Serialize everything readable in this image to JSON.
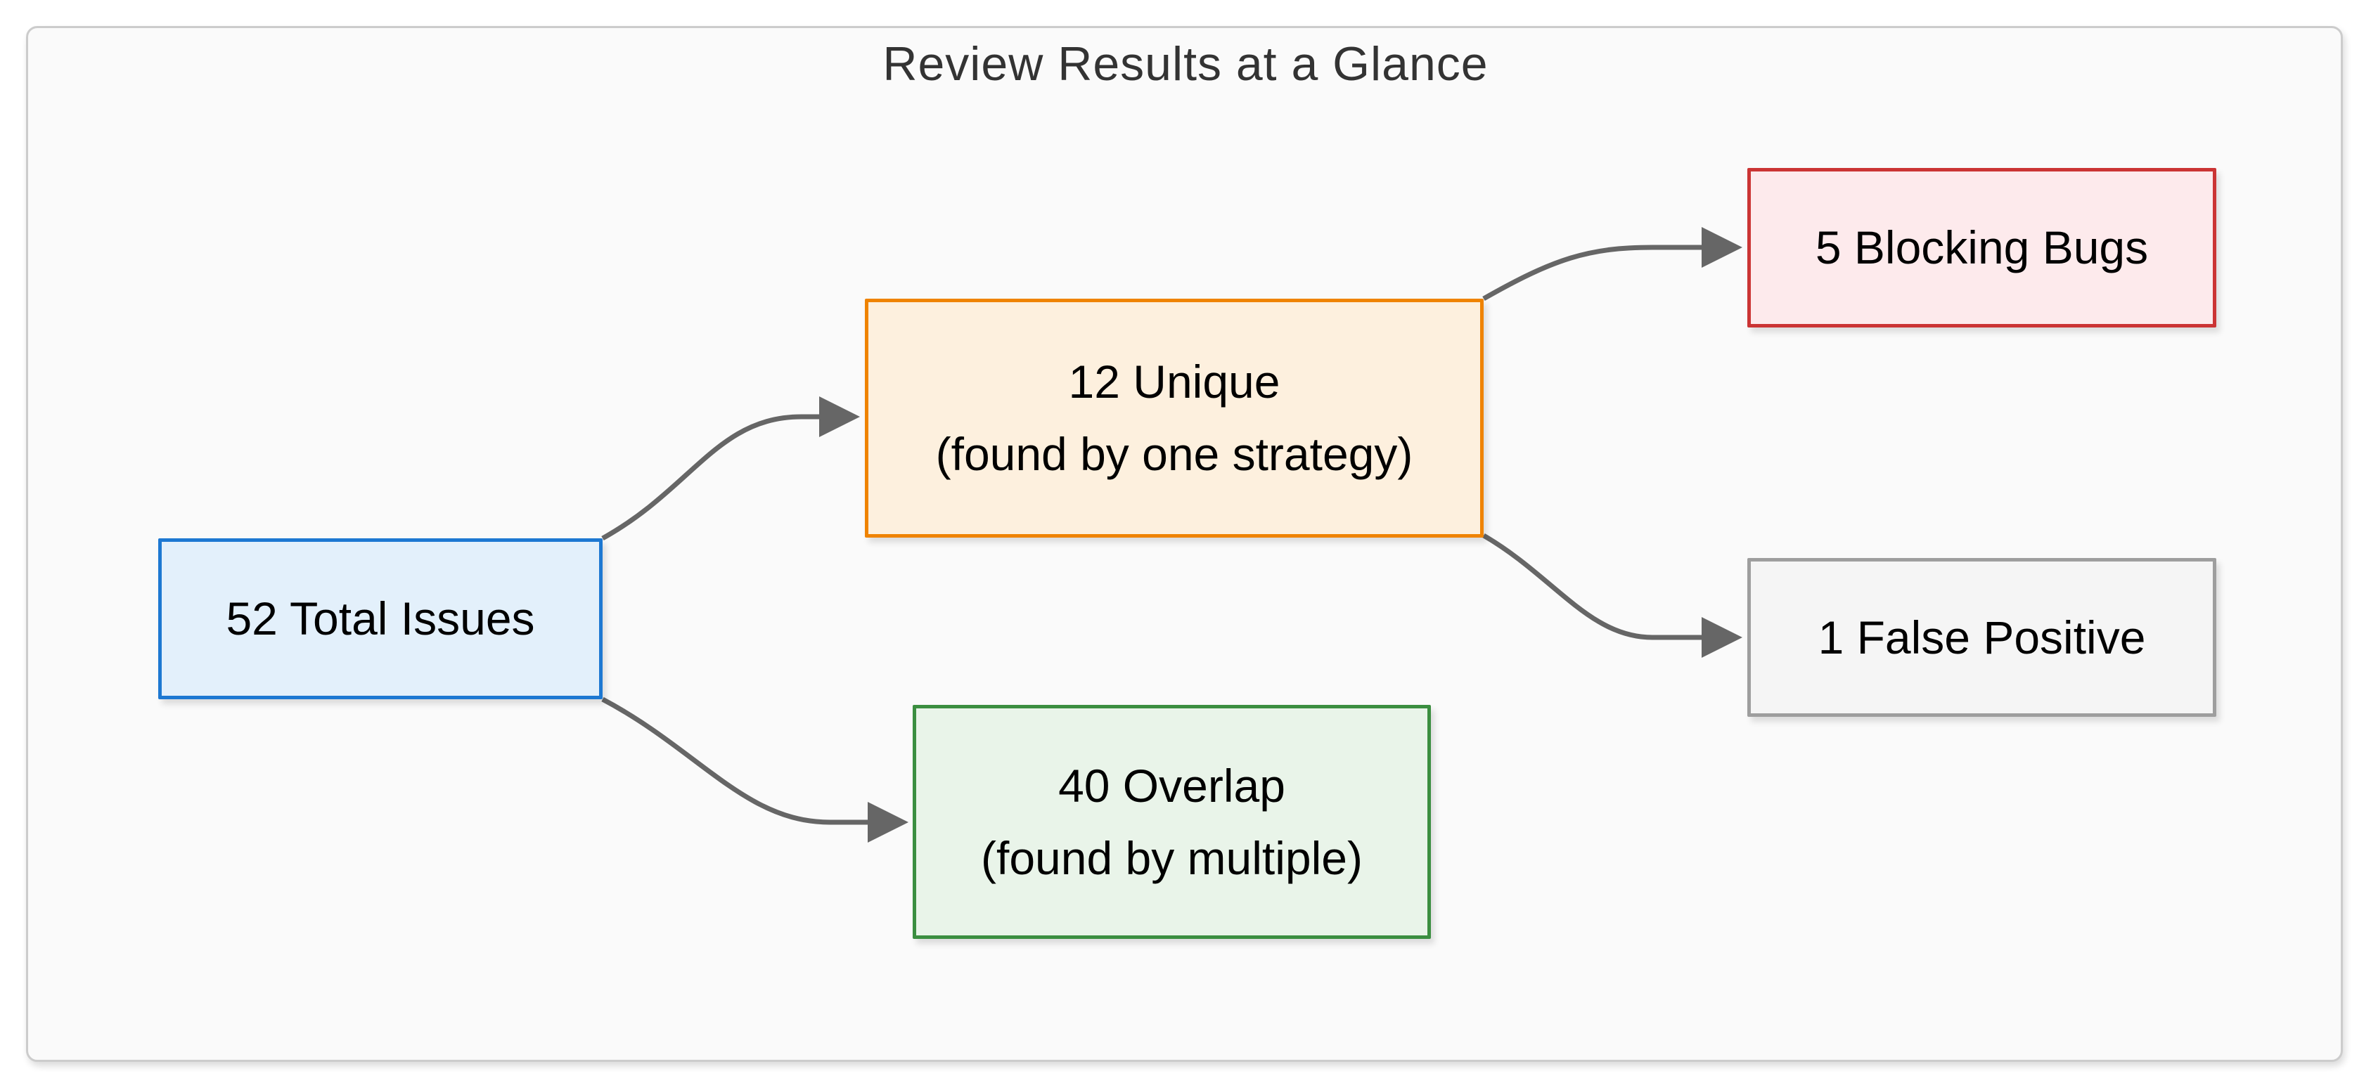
{
  "diagram": {
    "title": "Review Results at a Glance",
    "nodes": {
      "total": {
        "id": "total",
        "lines": [
          "52 Total Issues"
        ]
      },
      "unique": {
        "id": "unique",
        "lines": [
          "12 Unique",
          "(found by one strategy)"
        ]
      },
      "overlap": {
        "id": "overlap",
        "lines": [
          "40 Overlap",
          "(found by multiple)"
        ]
      },
      "blocking": {
        "id": "blocking",
        "lines": [
          "5 Blocking Bugs"
        ]
      },
      "false_positive": {
        "id": "false_positive",
        "lines": [
          "1 False Positive"
        ]
      }
    },
    "edges": [
      {
        "from": "total",
        "to": "unique"
      },
      {
        "from": "total",
        "to": "overlap"
      },
      {
        "from": "unique",
        "to": "blocking"
      },
      {
        "from": "unique",
        "to": "false_positive"
      }
    ],
    "colors": {
      "total_fill": "#e3f0fb",
      "total_stroke": "#1d78d2",
      "unique_fill": "#fdf0de",
      "unique_stroke": "#ef8300",
      "overlap_fill": "#e9f4e9",
      "overlap_stroke": "#3b8e40",
      "blocking_fill": "#fdeaec",
      "blocking_stroke": "#cb3434",
      "false_positive_fill": "#f5f5f5",
      "false_positive_stroke": "#9e9e9e",
      "edge": "#666666",
      "title_color": "#333333",
      "frame_border": "#cccccc",
      "frame_bg": "#fafafa",
      "page_bg": "#ffffff"
    }
  }
}
